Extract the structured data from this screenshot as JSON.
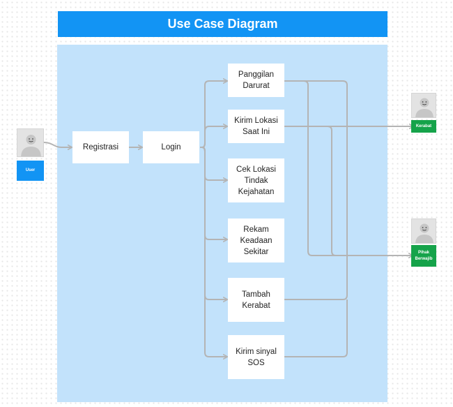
{
  "title": "Use Case Diagram",
  "actors": {
    "user": "User",
    "kerabat": "Kerabat",
    "pihak": "Pihak Berwajib"
  },
  "nodes": {
    "registrasi": "Registrasi",
    "login": "Login",
    "panggilan": "Panggilan Darurat",
    "kirim_lokasi": "Kirim Lokasi Saat Ini",
    "cek_lokasi": "Cek Lokasi Tindak Kejahatan",
    "rekam": "Rekam Keadaan Sekitar",
    "tambah": "Tambah Kerabat",
    "sos": "Kirim sinyal SOS"
  },
  "colors": {
    "title_bar": "#1294f4",
    "panel": "#c2e2fb",
    "user_tag": "#1294f4",
    "kerabat_tag": "#15a34a",
    "pihak_tag": "#15a34a",
    "connector": "#b4b4b4"
  }
}
